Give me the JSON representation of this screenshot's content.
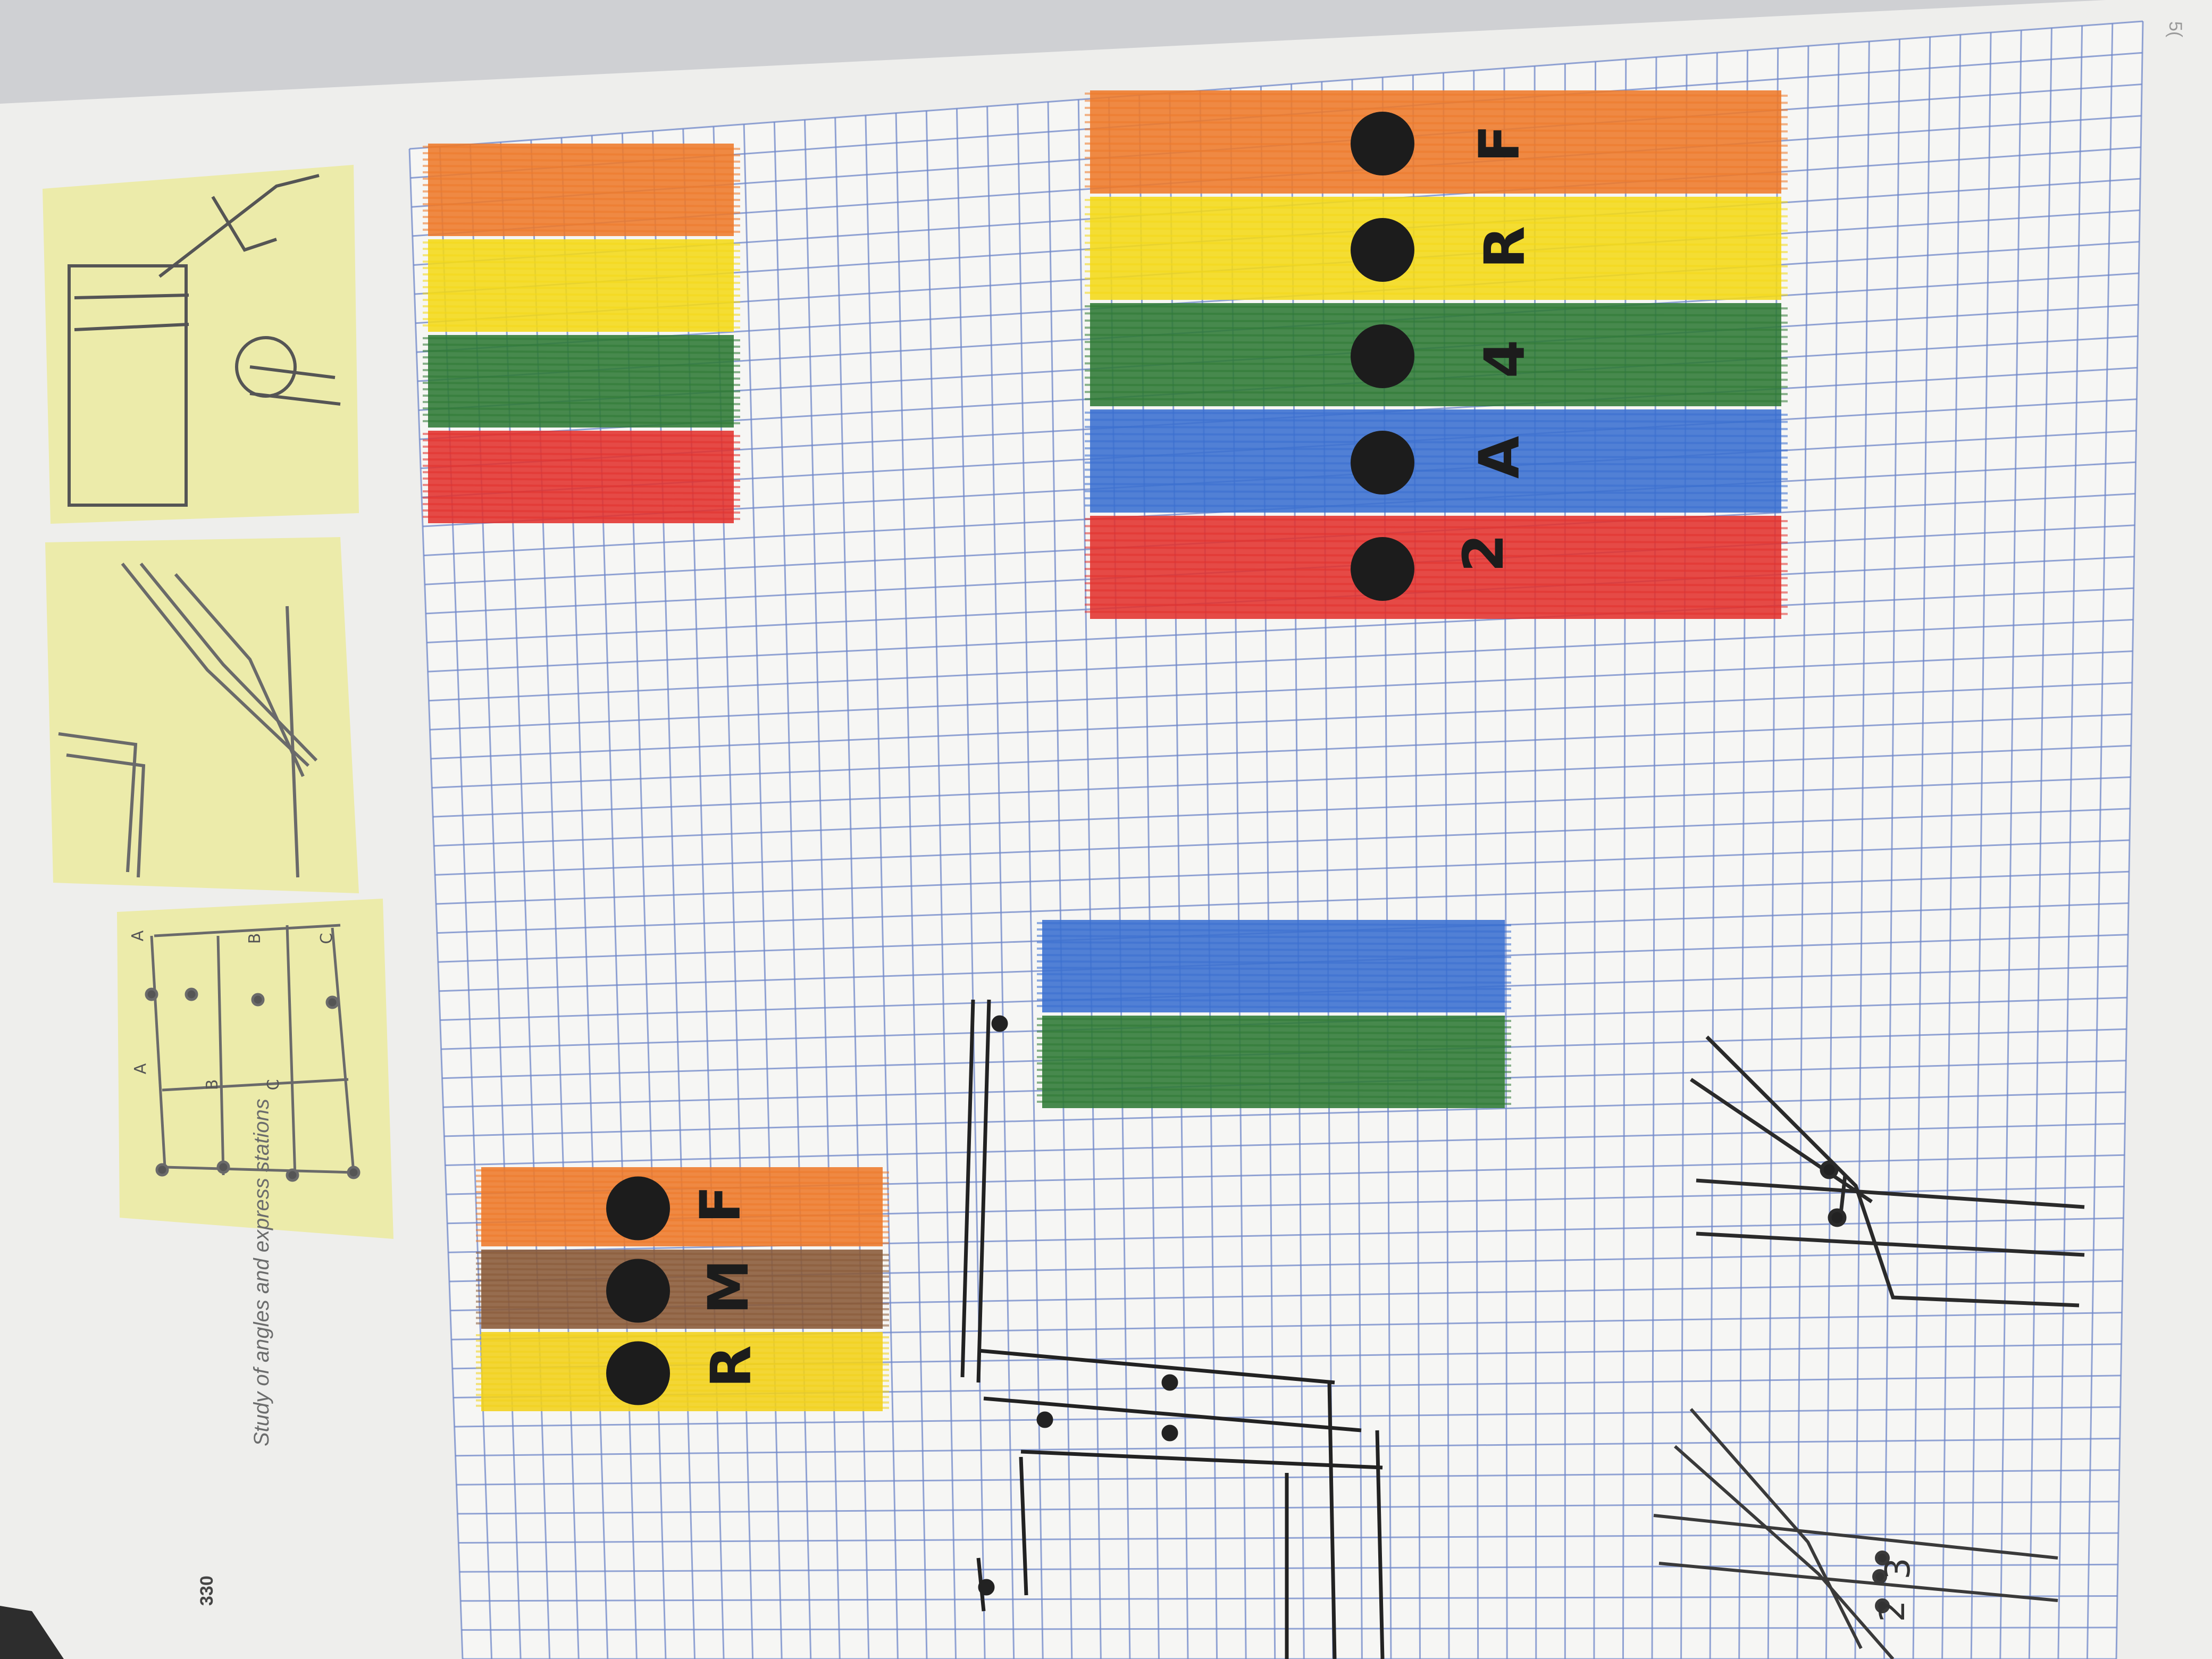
{
  "page": {
    "number": "330",
    "caption": "Study of angles and express stations",
    "facing_page_fragment": "5("
  },
  "sketches": {
    "platform_labels": [
      "A",
      "B",
      "C",
      "A",
      "B",
      "C"
    ]
  },
  "bullets": {
    "group_rmf": {
      "stripe_colors": [
        "#f2d21a",
        "#8a5a38",
        "#ee7a2a"
      ],
      "letters": [
        "R",
        "M",
        "F"
      ]
    },
    "group_2a4rf": {
      "stripe_colors": [
        "#e3322e",
        "#3a6fd0",
        "#2f7a35",
        "#f4d918",
        "#ee7a2a"
      ],
      "letters": [
        "2",
        "A",
        "4",
        "R",
        "F"
      ]
    },
    "group_plain_4": {
      "stripe_colors": [
        "#e3322e",
        "#2f7a35",
        "#f4d918",
        "#ee7a2a"
      ]
    },
    "group_plain_2": {
      "stripe_colors": [
        "#2f7a35",
        "#3a6fd0"
      ]
    }
  },
  "track_diagrams": {
    "numbers_bottom_right": [
      "2",
      "3"
    ]
  },
  "colors": {
    "grid_line": "#6f87c9",
    "sticky_note": "#ecebaa",
    "paper": "#f2f1ee",
    "bullet": "#1c1c1c"
  }
}
